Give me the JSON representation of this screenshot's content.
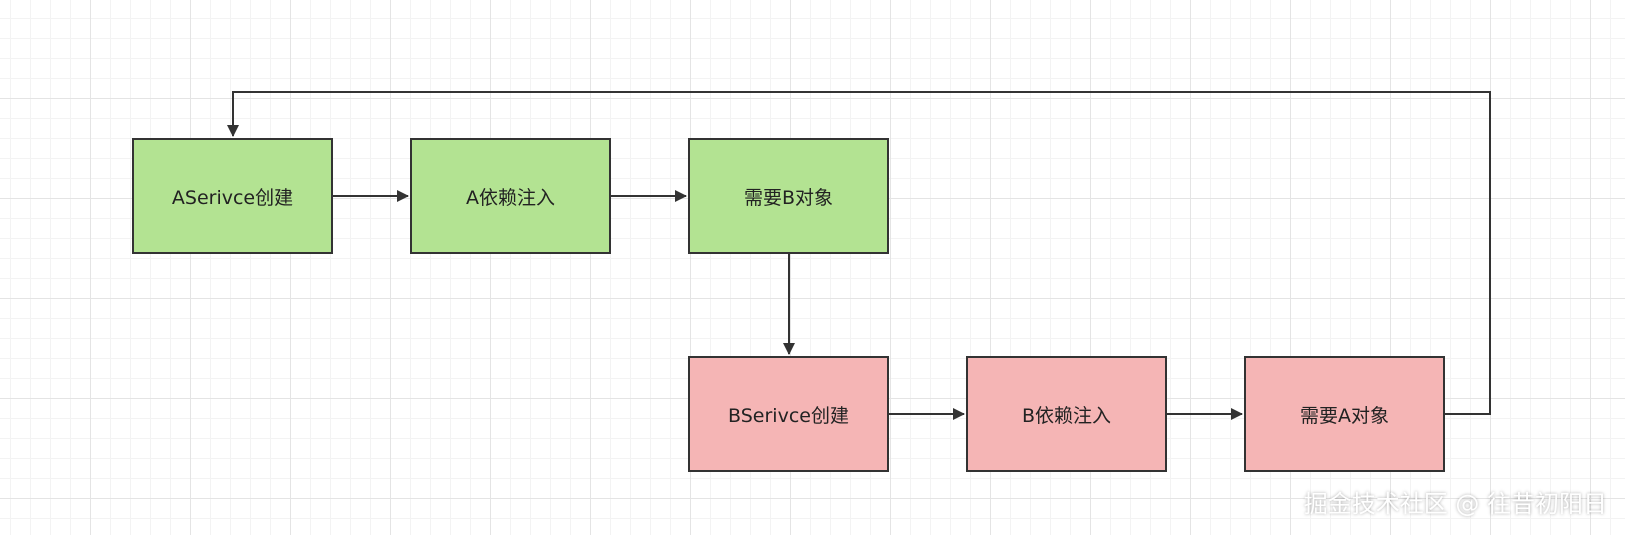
{
  "nodes": {
    "a_create": {
      "label": "ASerivce创建",
      "color": "#b3e392"
    },
    "a_inject": {
      "label": "A依赖注入",
      "color": "#b3e392"
    },
    "need_b": {
      "label": "需要B对象",
      "color": "#b3e392"
    },
    "b_create": {
      "label": "BSerivce创建",
      "color": "#f5b5b5"
    },
    "b_inject": {
      "label": "B依赖注入",
      "color": "#f5b5b5"
    },
    "need_a": {
      "label": "需要A对象",
      "color": "#f5b5b5"
    }
  },
  "edges": [
    {
      "from": "a_create",
      "to": "a_inject"
    },
    {
      "from": "a_inject",
      "to": "need_b"
    },
    {
      "from": "need_b",
      "to": "b_create"
    },
    {
      "from": "b_create",
      "to": "b_inject"
    },
    {
      "from": "b_inject",
      "to": "need_a"
    },
    {
      "from": "need_a",
      "to": "a_create"
    }
  ],
  "watermark": "掘金技术社区 @ 往昔初阳日"
}
